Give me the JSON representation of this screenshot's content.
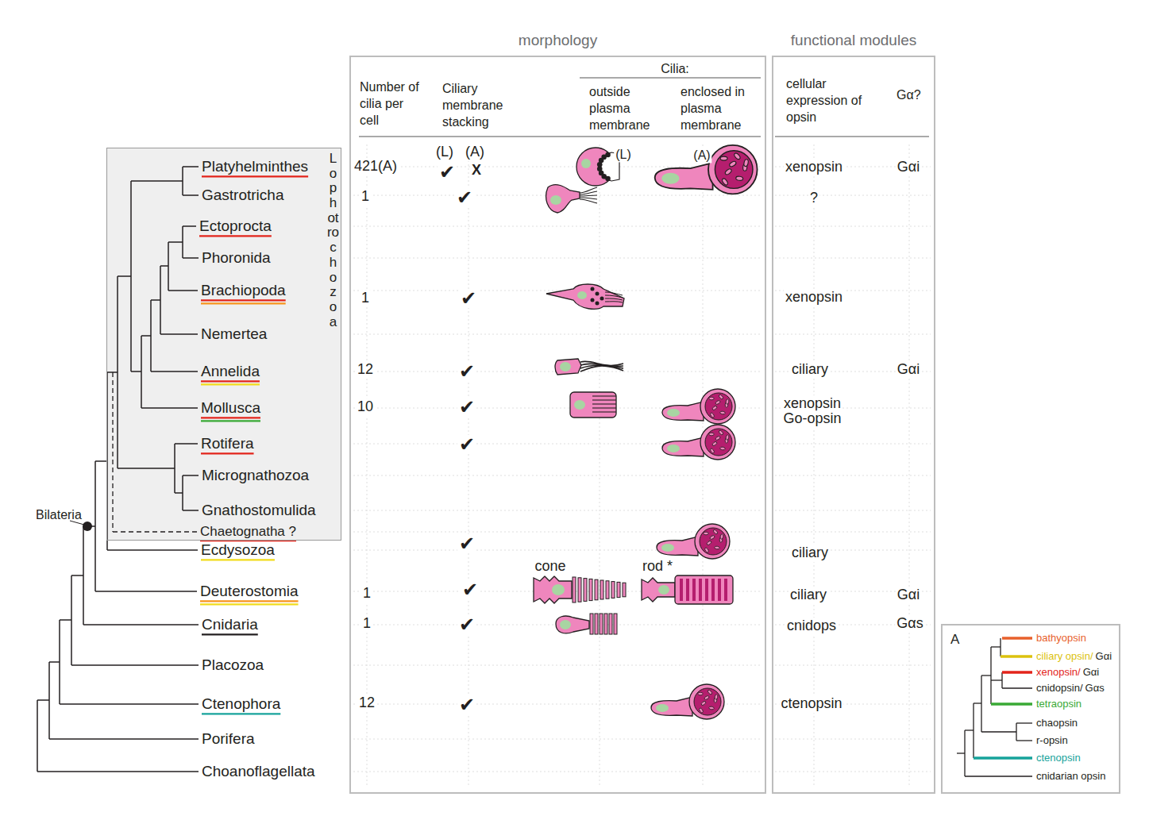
{
  "diagram": {
    "nodes": [
      {
        "text": [
          "Lophotrochozoa"
        ]
      },
      {
        "text": [
          "morphology"
        ]
      },
      {
        "text": [
          "functional modules"
        ]
      },
      {
        "text": [
          "A"
        ]
      }
    ],
    "labels": [
      "Number of cilia per cell",
      "Ciliary membrane stacking",
      "Cilia:",
      "outside plasma membrane",
      "enclosed in plasma membrane",
      "cellular expression of opsin",
      "Gα?",
      "Platyhelminthes",
      "Gastrotricha",
      "Ectoprocta",
      "Phoronida",
      "Brachiopoda",
      "Nemertea",
      "Annelida",
      "Mollusca",
      "Rotifera",
      "Micrognathozoa",
      "Gnathostomulida",
      "Chaetognatha ?",
      "Ecdysozoa",
      "Deuterostomia",
      "Cnidaria",
      "Placozoa",
      "Ctenophora",
      "Porifera",
      "Choanoflagellata",
      "Bilateria",
      "421(A)",
      "(L)",
      "(A)",
      "✔",
      "X",
      "(L)",
      "(A)",
      "xenopsin",
      "Gαi",
      "1",
      "✔",
      "?",
      "1",
      "✔",
      "xenopsin",
      "12",
      "✔",
      "ciliary",
      "Gαi",
      "10",
      "✔",
      "xenopsin",
      "Go-opsin",
      "✔",
      "✔",
      "ciliary",
      "cone",
      "rod *",
      "1",
      "✔",
      "ciliary",
      "Gαi",
      "1",
      "✔",
      "cnidops",
      "Gαs",
      "12",
      "✔",
      "ctenopsin",
      "Gαi",
      "Gαi",
      "Gαs"
    ],
    "legend": [
      {
        "text": "bathyopsin",
        "color": "#e8612c"
      },
      {
        "text": "ciliary opsin/",
        "color": "#dcc20e"
      },
      {
        "text": "xenopsin/",
        "color": "#e3241b"
      },
      {
        "text": "cnidopsin/",
        "color": "#231f20"
      },
      {
        "text": "tetraopsin",
        "color": "#39a935"
      },
      {
        "text": "chaopsin",
        "color": "#231f20"
      },
      {
        "text": "r-opsin",
        "color": "#231f20"
      },
      {
        "text": "ctenopsin",
        "color": "#17a39b"
      },
      {
        "text": "cnidarian opsin",
        "color": "#231f20"
      }
    ]
  }
}
